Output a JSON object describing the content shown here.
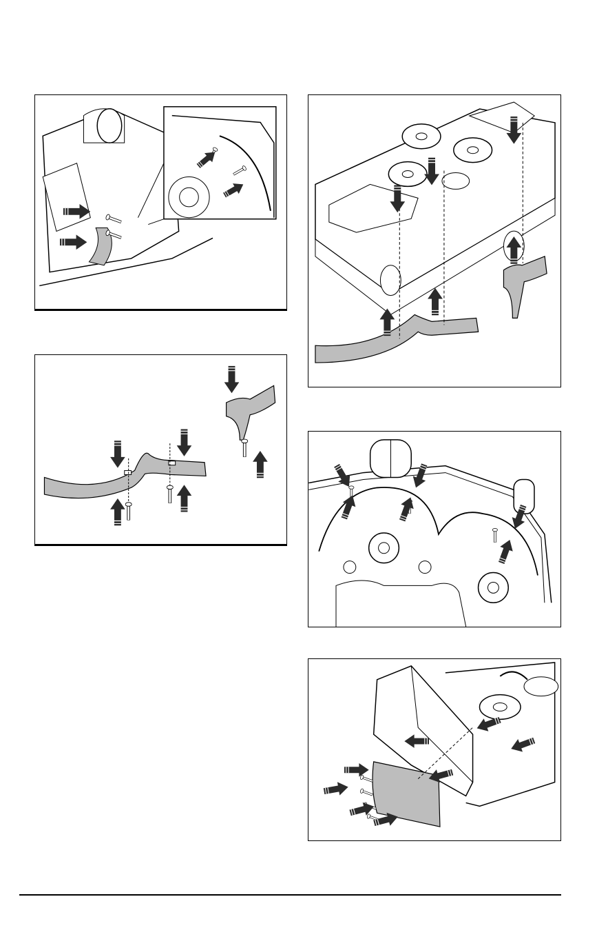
{
  "figures": [
    {
      "id": "fig1",
      "icon": "mower-deck-baffle-removal-illustration"
    },
    {
      "id": "fig2",
      "icon": "deck-baffle-parts-illustration"
    },
    {
      "id": "fig3",
      "icon": "mower-deck-baffle-installation-illustration"
    },
    {
      "id": "fig4",
      "icon": "deck-underside-baffle-bolts-illustration"
    },
    {
      "id": "fig5",
      "icon": "discharge-chute-removal-illustration"
    }
  ],
  "colors": {
    "line": "#000000",
    "part_fill": "#bdbdbd",
    "background": "#ffffff",
    "arrow": "#2b2b2b"
  }
}
